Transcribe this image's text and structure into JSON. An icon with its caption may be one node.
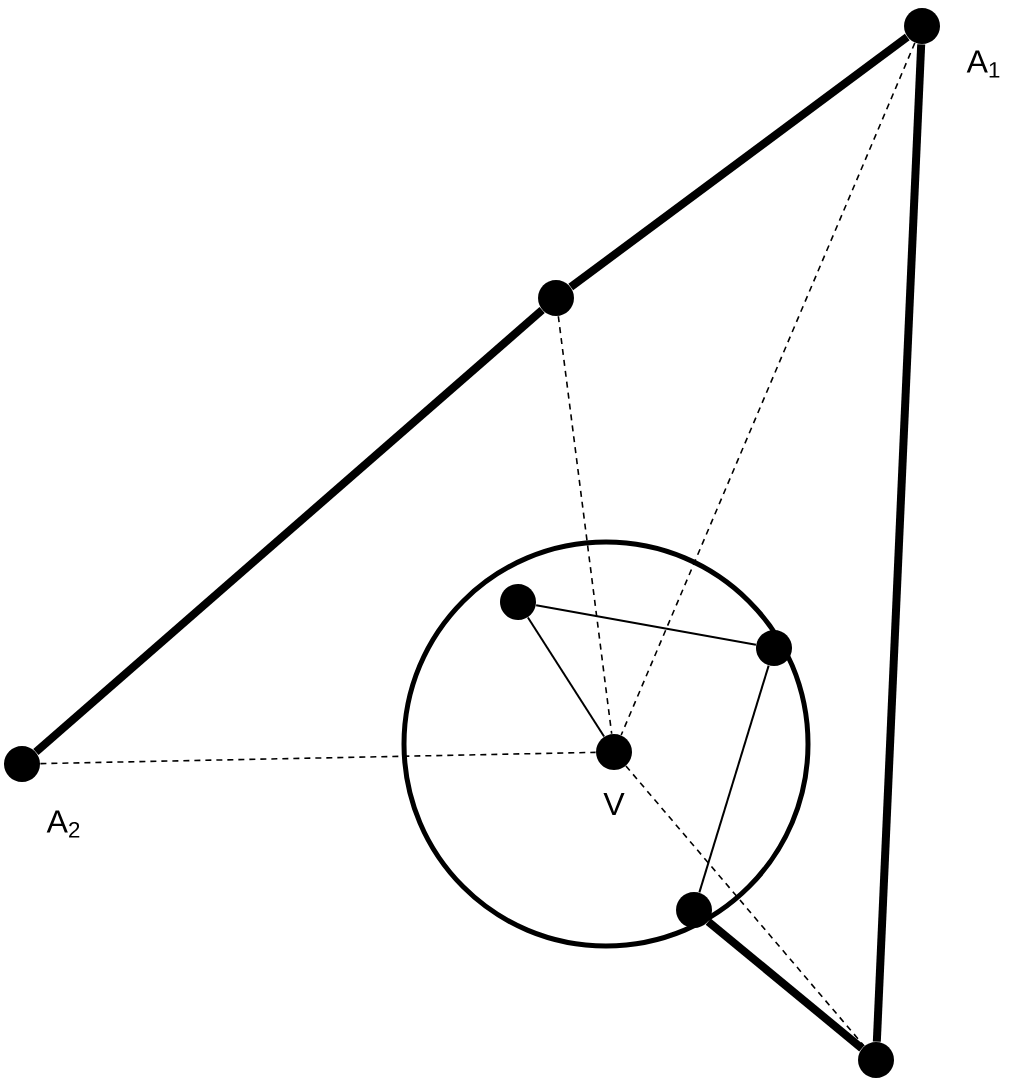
{
  "diagram": {
    "nodes": [
      {
        "text": [],
        "shape": "circle",
        "beside": [
          "A$_{1}$"
        ]
      },
      {
        "text": [],
        "shape": "circle"
      },
      {
        "text": [],
        "shape": "circle"
      },
      {
        "text": [],
        "shape": "circle",
        "in": 2
      },
      {
        "text": [],
        "shape": "circle",
        "in": 2
      },
      {
        "text": [],
        "shape": "circle",
        "in": 2,
        "beside": [
          "V"
        ]
      },
      {
        "text": [],
        "shape": "circle",
        "beside": [
          "A$_{2}$"
        ]
      },
      {
        "text": [],
        "shape": "circle",
        "in": 2
      },
      {
        "text": [],
        "shape": "circle"
      }
    ],
    "edges": [
      {
        "from": 6,
        "to": 1,
        "arrow": "none",
        "style": "thick"
      },
      {
        "from": 1,
        "to": 0,
        "arrow": "none",
        "style": "thick"
      },
      {
        "from": 0,
        "to": 8,
        "arrow": "none",
        "style": "thick"
      },
      {
        "from": 7,
        "to": 8,
        "arrow": "none",
        "style": "thick"
      },
      {
        "from": 3,
        "to": 4,
        "arrow": "none"
      },
      {
        "from": 4,
        "to": 7,
        "arrow": "none"
      },
      {
        "from": 3,
        "to": 5,
        "arrow": "none"
      },
      {
        "from": 1,
        "to": 5,
        "arrow": "none",
        "style": "dashed"
      },
      {
        "from": 0,
        "to": 5,
        "arrow": "none",
        "style": "dashed"
      },
      {
        "from": 6,
        "to": 5,
        "arrow": "none",
        "style": "dashed"
      },
      {
        "from": 5,
        "to": 8,
        "arrow": "none",
        "style": "dashed"
      }
    ]
  }
}
